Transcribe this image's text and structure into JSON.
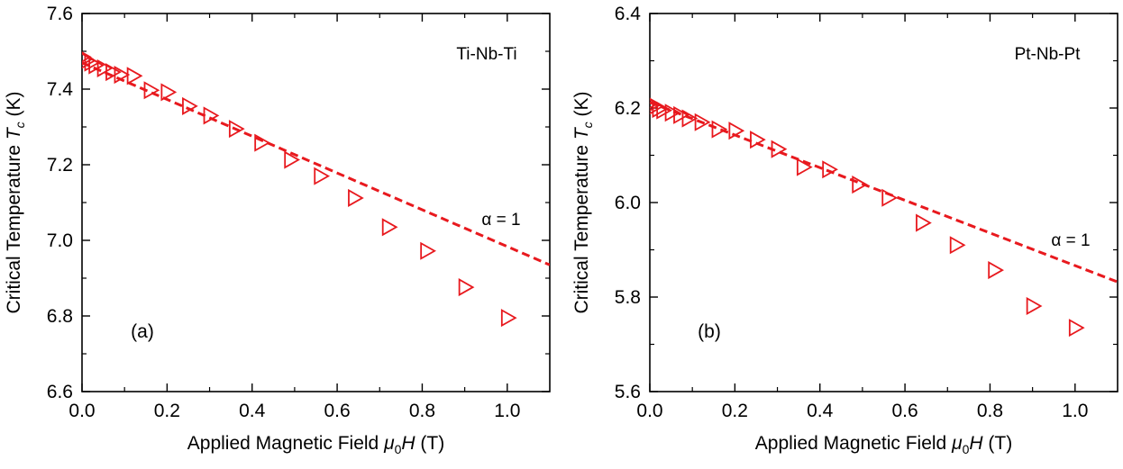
{
  "chart_data": [
    {
      "type": "scatter",
      "panel_label": "(a)",
      "sample_label": "Ti-Nb-Ti",
      "xlabel": {
        "prefix": "Applied Magnetic Field ",
        "sym": "μ",
        "sub": "0",
        "sym2": "H",
        "suffix": " (T)"
      },
      "ylabel": {
        "prefix": "Critical Temperature ",
        "sym": "T",
        "sub": "c",
        "suffix": " (K)"
      },
      "xlim": [
        0,
        1.1
      ],
      "ylim": [
        6.6,
        7.6
      ],
      "xticks": [
        0.0,
        0.2,
        0.4,
        0.6,
        0.8,
        1.0
      ],
      "xtick_labels": [
        "0.0",
        "0.2",
        "0.4",
        "0.6",
        "0.8",
        "1.0"
      ],
      "yticks": [
        6.6,
        6.8,
        7.0,
        7.2,
        7.4,
        7.6
      ],
      "ytick_labels": [
        "6.6",
        "6.8",
        "7.0",
        "7.2",
        "7.4",
        "7.6"
      ],
      "grid": false,
      "marker": "triangle-right-open",
      "color": "#e8191e",
      "series": [
        {
          "x": [
            0.0,
            0.005,
            0.01,
            0.02,
            0.03,
            0.05,
            0.07,
            0.09,
            0.12,
            0.16,
            0.2,
            0.25,
            0.3,
            0.36,
            0.42,
            0.49,
            0.56,
            0.64,
            0.72,
            0.81,
            0.9,
            1.0
          ],
          "y": [
            7.485,
            7.48,
            7.475,
            7.47,
            7.463,
            7.455,
            7.445,
            7.438,
            7.435,
            7.397,
            7.392,
            7.355,
            7.33,
            7.295,
            7.258,
            7.213,
            7.17,
            7.112,
            7.035,
            6.972,
            6.876,
            6.795
          ]
        }
      ],
      "fit": {
        "label": "α = 1",
        "x": [
          0.0,
          1.1
        ],
        "y": [
          7.47,
          6.935
        ]
      }
    },
    {
      "type": "scatter",
      "panel_label": "(b)",
      "sample_label": "Pt-Nb-Pt",
      "xlabel": {
        "prefix": "Applied Magnetic Field ",
        "sym": "μ",
        "sub": "0",
        "sym2": "H",
        "suffix": " (T)"
      },
      "ylabel": {
        "prefix": "Critical Temperature ",
        "sym": "T",
        "sub": "c",
        "suffix": " (K)"
      },
      "xlim": [
        0,
        1.1
      ],
      "ylim": [
        5.6,
        6.4
      ],
      "xticks": [
        0.0,
        0.2,
        0.4,
        0.6,
        0.8,
        1.0
      ],
      "xtick_labels": [
        "0.0",
        "0.2",
        "0.4",
        "0.6",
        "0.8",
        "1.0"
      ],
      "yticks": [
        5.6,
        5.8,
        6.0,
        6.2,
        6.4
      ],
      "ytick_labels": [
        "5.6",
        "5.8",
        "6.0",
        "6.2",
        "6.4"
      ],
      "grid": false,
      "marker": "triangle-right-open",
      "color": "#e8191e",
      "series": [
        {
          "x": [
            0.0,
            0.005,
            0.01,
            0.02,
            0.03,
            0.05,
            0.07,
            0.09,
            0.12,
            0.16,
            0.2,
            0.25,
            0.3,
            0.36,
            0.42,
            0.49,
            0.56,
            0.64,
            0.72,
            0.81,
            0.9,
            1.0
          ],
          "y": [
            6.21,
            6.207,
            6.203,
            6.198,
            6.195,
            6.19,
            6.185,
            6.178,
            6.17,
            6.155,
            6.152,
            6.133,
            6.113,
            6.075,
            6.07,
            6.038,
            6.01,
            5.957,
            5.91,
            5.857,
            5.781,
            5.735
          ]
        }
      ],
      "fit": {
        "label": "α = 1",
        "x": [
          0.0,
          1.1
        ],
        "y": [
          6.212,
          5.832
        ]
      }
    }
  ]
}
